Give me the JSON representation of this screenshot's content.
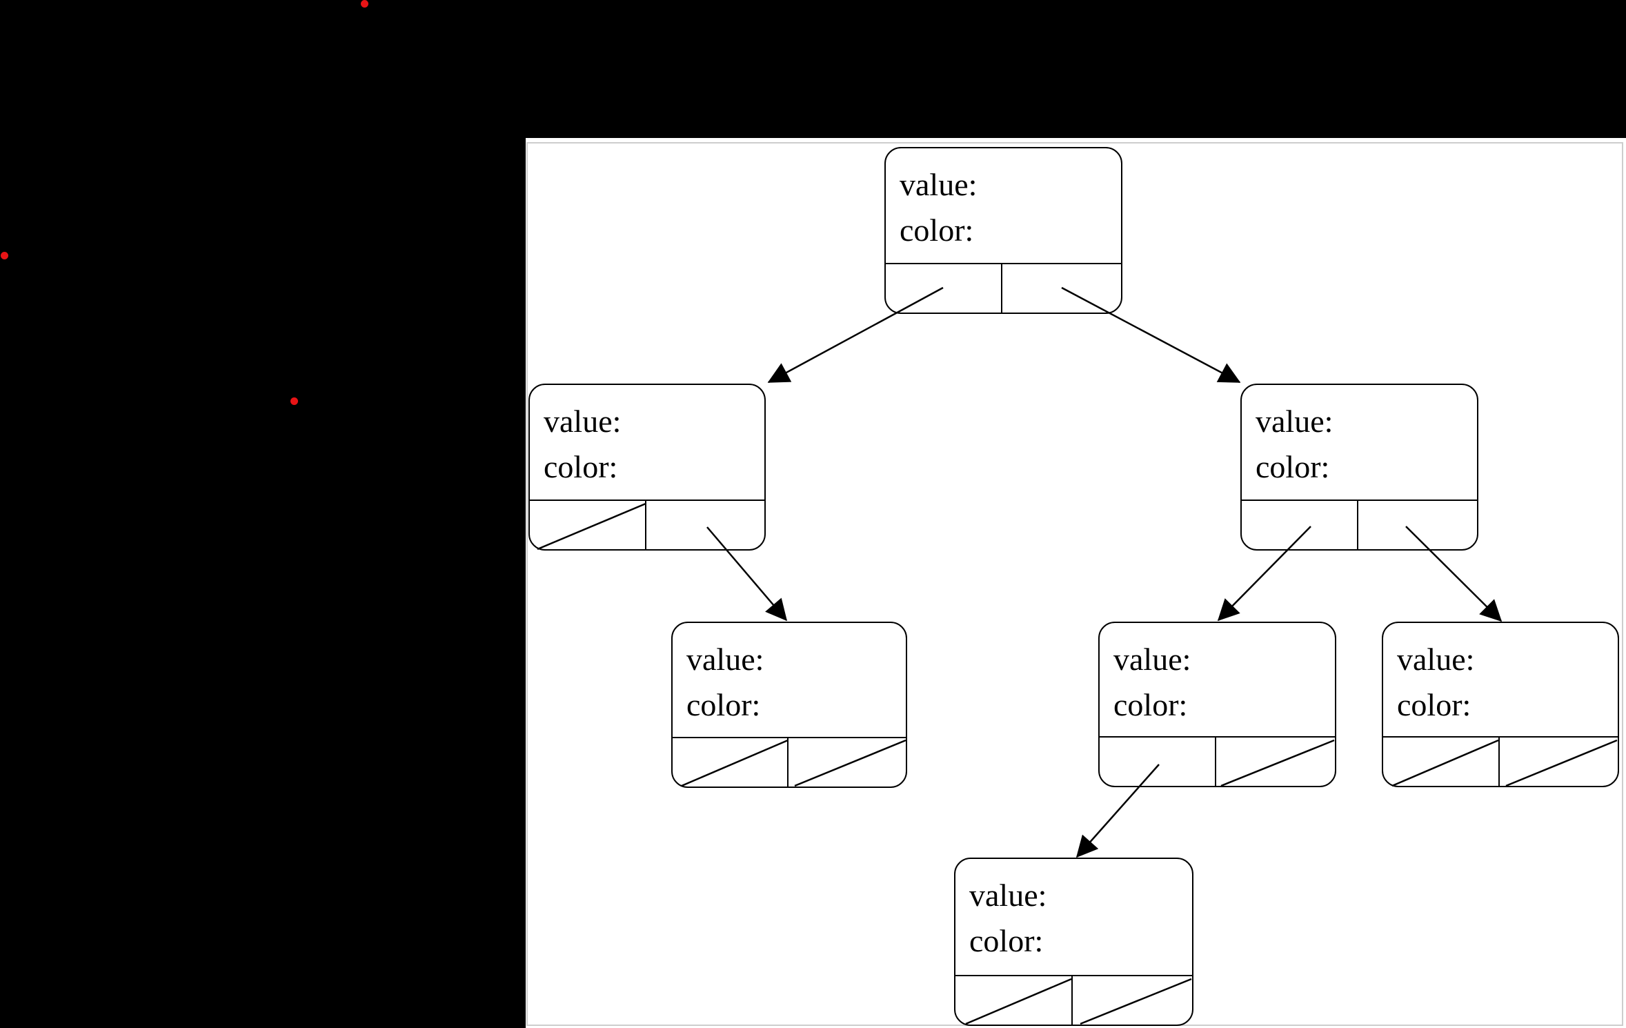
{
  "scene": {
    "background_color": "#000000",
    "page_background_color": "#ffffff",
    "page_border_color": "#cdcdcd",
    "stroke_color": "#000000",
    "red_dot_color": "#e81416",
    "red_dot_count": 3
  },
  "diagram": {
    "type": "binary-tree-node-diagram",
    "nodes": [
      {
        "id": "root",
        "value_label": "value:",
        "color_label": "color:",
        "left_pointer": "child",
        "right_pointer": "child"
      },
      {
        "id": "left-child",
        "value_label": "value:",
        "color_label": "color:",
        "left_pointer": "null",
        "right_pointer": "child"
      },
      {
        "id": "right-child",
        "value_label": "value:",
        "color_label": "color:",
        "left_pointer": "child",
        "right_pointer": "child"
      },
      {
        "id": "left-right-child",
        "value_label": "value:",
        "color_label": "color:",
        "left_pointer": "null",
        "right_pointer": "null"
      },
      {
        "id": "right-left-child",
        "value_label": "value:",
        "color_label": "color:",
        "left_pointer": "child",
        "right_pointer": "null"
      },
      {
        "id": "right-right-child",
        "value_label": "value:",
        "color_label": "color:",
        "left_pointer": "null",
        "right_pointer": "null"
      },
      {
        "id": "right-left-left-child",
        "value_label": "value:",
        "color_label": "color:",
        "left_pointer": "null",
        "right_pointer": "null"
      }
    ],
    "edges": [
      {
        "from": "root",
        "pointer": "left",
        "to": "left-child"
      },
      {
        "from": "root",
        "pointer": "right",
        "to": "right-child"
      },
      {
        "from": "left-child",
        "pointer": "right",
        "to": "left-right-child"
      },
      {
        "from": "right-child",
        "pointer": "left",
        "to": "right-left-child"
      },
      {
        "from": "right-child",
        "pointer": "right",
        "to": "right-right-child"
      },
      {
        "from": "right-left-child",
        "pointer": "left",
        "to": "right-left-left-child"
      }
    ]
  }
}
